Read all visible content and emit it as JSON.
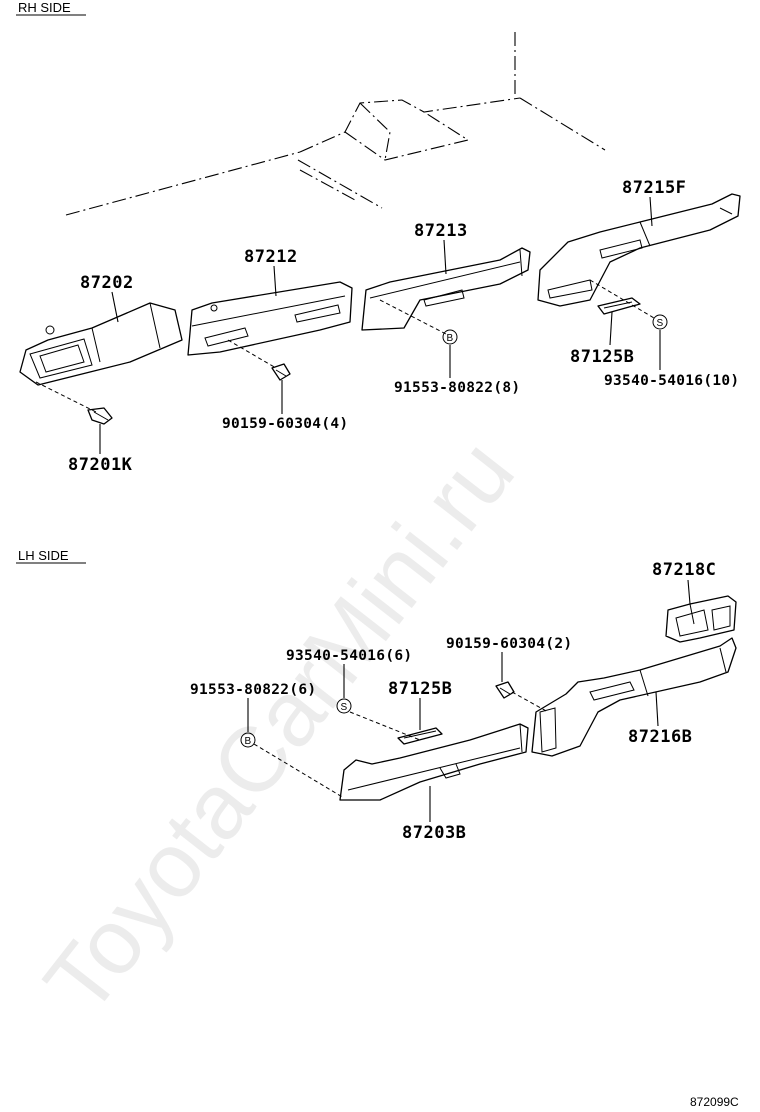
{
  "rh_side": {
    "section_label": "RH SIDE",
    "parts": {
      "p87202": "87202",
      "p87212": "87212",
      "p87213": "87213",
      "p87215F": "87215F",
      "p87125B": "87125B",
      "p87201K": "87201K",
      "screw": "90159-60304(4)",
      "clip": "91553-80822(8)",
      "retainer": "93540-54016(10)"
    },
    "markers": {
      "b": "B",
      "s": "S"
    }
  },
  "lh_side": {
    "section_label": "LH SIDE",
    "parts": {
      "p87218C": "87218C",
      "p87216B": "87216B",
      "p87203B": "87203B",
      "p87125B": "87125B",
      "retainer": "93540-54016(6)",
      "screw": "90159-60304(2)",
      "clip": "91553-80822(6)"
    },
    "markers": {
      "b": "B",
      "s": "S"
    }
  },
  "watermark": "ToyotaCarMini.ru",
  "diagram_code": "872099C"
}
